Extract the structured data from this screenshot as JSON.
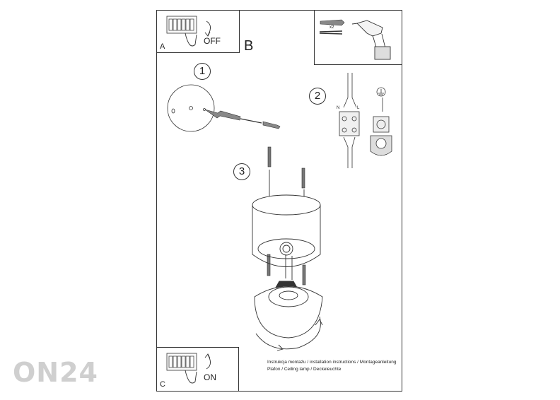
{
  "panels": {
    "a_label": "A",
    "a_state": "OFF",
    "b_label": "B",
    "c_label": "C",
    "c_state": "ON",
    "anchor_qty": "x2"
  },
  "steps": [
    "1",
    "2",
    "3"
  ],
  "wiring": {
    "n_label": "N",
    "l_label": "L"
  },
  "caption": {
    "line1": "Instrukcja montażu / installation instructions / Montageanleitung",
    "line2": "Plafon / Ceiling lamp / Deckeleuchte"
  },
  "watermark": "ON24"
}
